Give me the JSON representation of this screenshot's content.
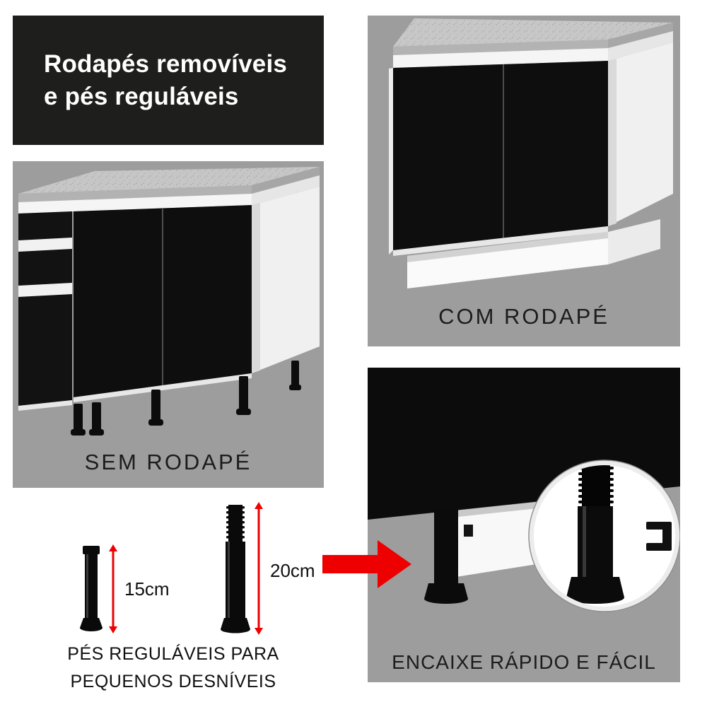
{
  "header": {
    "title_line1": "Rodapés removíveis",
    "title_line2": "e pés reguláveis"
  },
  "panels": {
    "sem_rodape": {
      "label": "SEM RODAPÉ"
    },
    "com_rodape": {
      "label": "COM RODAPÉ"
    },
    "encaixe": {
      "label": "ENCAIXE RÁPIDO E FÁCIL"
    }
  },
  "measurements": {
    "short_foot": "15cm",
    "tall_foot": "20cm"
  },
  "caption": {
    "line1": "PÉS REGULÁVEIS PARA",
    "line2": "PEQUENOS DESNÍVEIS"
  },
  "colors": {
    "header_bg": "#1e1e1c",
    "panel_bg": "#9d9d9d",
    "accent_red": "#ee0000",
    "cabinet_black": "#0d0d0d",
    "label_text": "#1c1c1c"
  },
  "icons": {
    "short_foot": "adjustable-foot-short-icon",
    "tall_foot": "adjustable-foot-tall-icon",
    "short_measure": "measure-arrow-15-icon",
    "tall_measure": "measure-arrow-20-icon",
    "arrow": "red-arrow-right-icon",
    "magnifier": "zoom-detail-circle"
  }
}
